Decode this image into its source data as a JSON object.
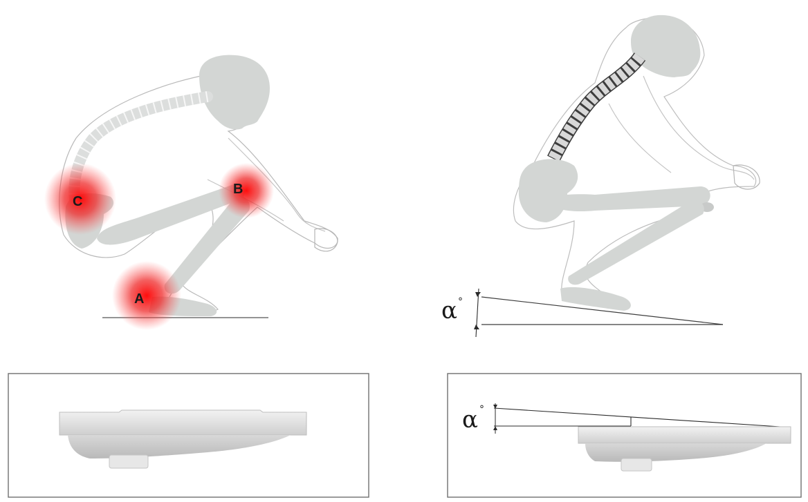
{
  "left_figure": {
    "pain_points": [
      {
        "label": "A",
        "color": "#e8262a"
      },
      {
        "label": "B",
        "color": "#e8262a"
      },
      {
        "label": "C",
        "color": "#e8262a"
      }
    ]
  },
  "right_figure": {
    "angle_label": "α",
    "degree_symbol": "°"
  },
  "bottom_right_panel": {
    "angle_label": "α",
    "degree_symbol": "°"
  },
  "colors": {
    "body_fill": "#d3d6d4",
    "outline": "#9a9a9a",
    "pain": "#e8262a",
    "spine_dark": "#3d3d3d",
    "panel_border": "#6f6f6f"
  }
}
